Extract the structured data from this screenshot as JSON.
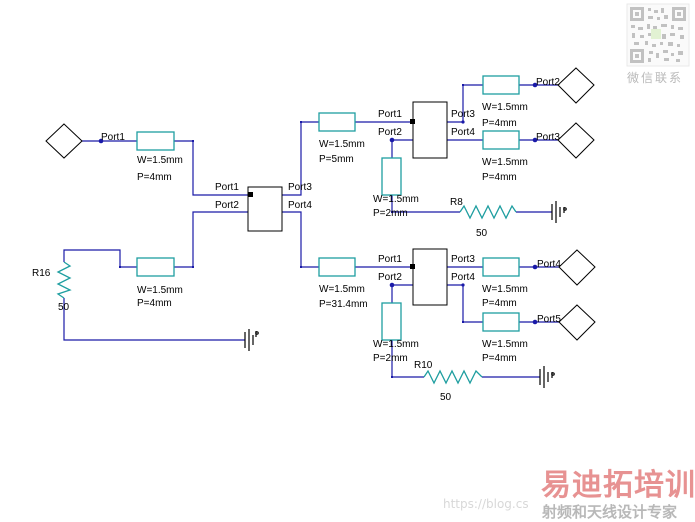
{
  "colors": {
    "wire": "#1a1aa8",
    "element": "#1e9ea0",
    "node": "#1a1aa8",
    "watermark_red": "#d43838",
    "watermark_gray": "#b9b9b9"
  },
  "ports": {
    "port1": "Port1",
    "port2": "Port2",
    "port3": "Port3",
    "port4": "Port4",
    "port5": "Port5"
  },
  "coupler_ports": {
    "p1": "Port1",
    "p2": "Port2",
    "p3": "Port3",
    "p4": "Port4"
  },
  "lines": {
    "w": "W=1.5mm",
    "p4": "P=4mm",
    "p5": "P=5mm",
    "p2": "P=2mm",
    "p314": "P=31.4mm"
  },
  "resistors": {
    "r16": "R16",
    "r8": "R8",
    "r10": "R10",
    "value": "50"
  },
  "watermark": {
    "wechat": "微信联系",
    "brand": "易迪拓培训",
    "subtitle": "射频和天线设计专家",
    "url": "https://blog.cs"
  }
}
